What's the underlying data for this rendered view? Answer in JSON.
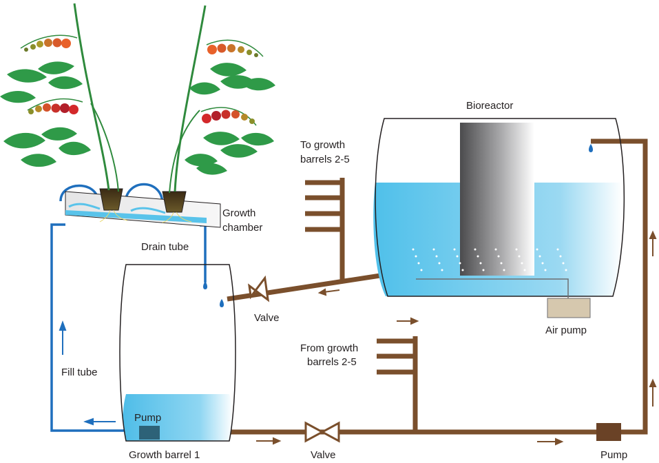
{
  "labels": {
    "bioreactor": "Bioreactor",
    "to_growth_line1": "To growth",
    "to_growth_line2": "barrels 2-5",
    "growth_chamber_line1": "Growth",
    "growth_chamber_line2": "chamber",
    "drain_tube": "Drain tube",
    "valve_top": "Valve",
    "air_pump": "Air pump",
    "from_growth_line1": "From growth",
    "from_growth_line2": "barrels 2-5",
    "fill_tube": "Fill tube",
    "pump_barrel": "Pump",
    "growth_barrel": "Growth barrel 1",
    "valve_bottom": "Valve",
    "pump_main": "Pump"
  },
  "colors": {
    "pipe_brown": "#7a4f2c",
    "tube_blue": "#1f6fbd",
    "water_blue": "#59c3ea",
    "leaf_green": "#2f9a48",
    "stem_green": "#2f8a3d",
    "outline": "#231f20",
    "air_pump_fill": "#d6c8ae",
    "pump_fill": "#6a4226",
    "barrel_pump_fill": "#2d6278"
  }
}
